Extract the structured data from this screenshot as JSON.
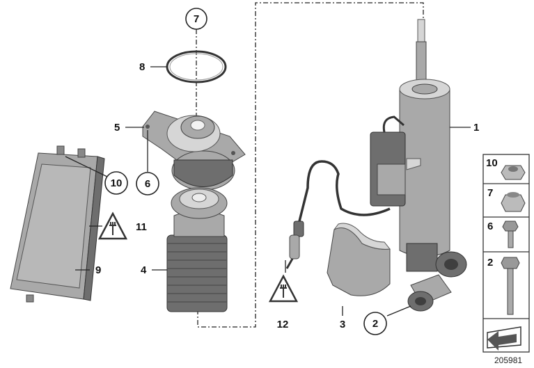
{
  "callouts": {
    "p1": "1",
    "p2": "2",
    "p3": "3",
    "p4": "4",
    "p5": "5",
    "p6": "6",
    "p7": "7",
    "p8": "8",
    "p9": "9",
    "p10": "10",
    "p11": "11",
    "p12": "12"
  },
  "legend": {
    "k10": "10",
    "k7": "7",
    "k6": "6",
    "k2": "2"
  },
  "reference_number": "205981",
  "colors": {
    "line": "#222222",
    "part_light": "#d6d6d6",
    "part_mid": "#a9a9a9",
    "part_dark": "#6e6e6e"
  }
}
